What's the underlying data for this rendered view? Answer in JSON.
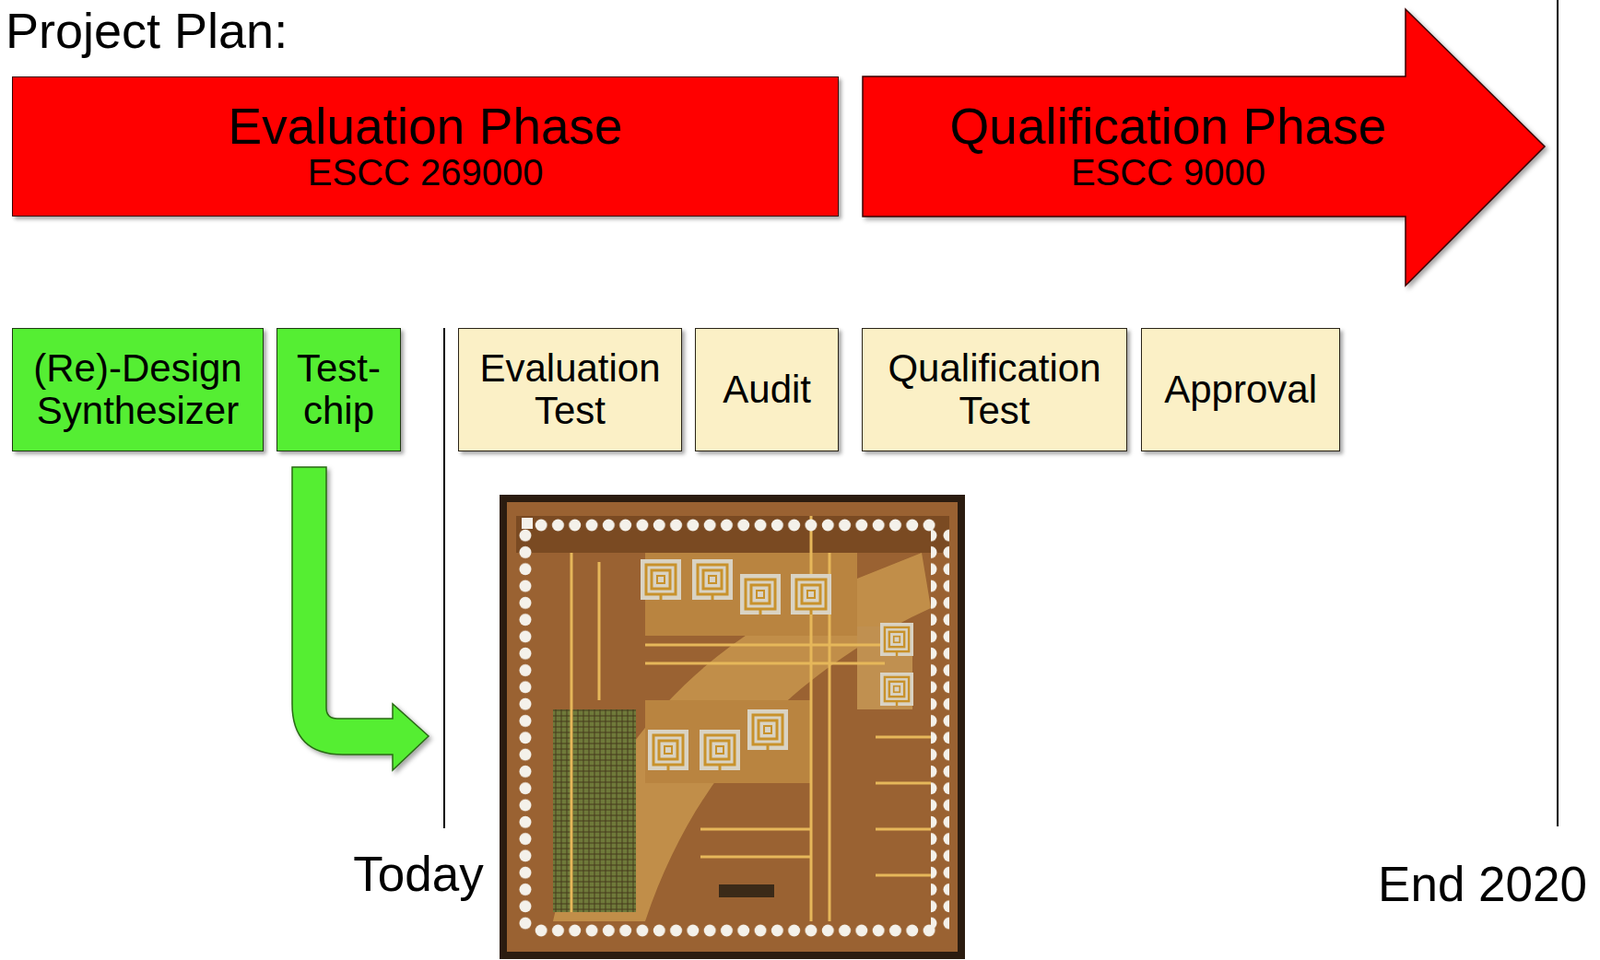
{
  "diagram": {
    "nodes": [
      {
        "text": [
          "Evaluation Phase",
          "ESCC 269000"
        ]
      },
      {
        "text": [
          "Qualification Phase",
          "ESCC 9000"
        ]
      },
      {
        "text": [
          "(Re)-Design Synthesizer"
        ]
      },
      {
        "text": [
          "Test- chip"
        ]
      },
      {
        "text": [
          "Evaluation Test"
        ]
      },
      {
        "text": [
          "Audit"
        ]
      },
      {
        "text": [
          "Qualification Test"
        ]
      },
      {
        "text": [
          "Approval"
        ]
      }
    ],
    "labels": [
      "Project Plan:",
      "Today",
      "End 2020"
    ]
  }
}
